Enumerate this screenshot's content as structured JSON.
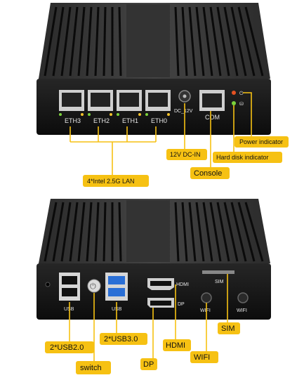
{
  "front": {
    "port_labels": [
      "ETH3",
      "ETH2",
      "ETH1",
      "ETH0"
    ],
    "dc_label": "DC_12V",
    "com_label": "COM",
    "callouts": {
      "power_indicator": "Power indicator",
      "hdd_indicator": "Hard disk indicator",
      "dc_in": "12V DC-IN",
      "console": "Console",
      "lan": "4*Intel 2.5G LAN"
    }
  },
  "back": {
    "usb2_label": "USB",
    "usb3_label": "USB",
    "hdmi_label": "HDMI",
    "dp_label": "DP",
    "sim_label": "SIM",
    "wifi_labels": [
      "WIFI",
      "WIFI"
    ],
    "callouts": {
      "usb2": "2*USB2.0",
      "usb3": "2*USB3.0",
      "hdmi": "HDMI",
      "sim": "SIM",
      "switch": "switch",
      "dp": "DP",
      "wifi": "WIFI"
    }
  },
  "colors": {
    "callout": "#f6c113",
    "chassis": "#1a1a1a",
    "usb3_blue": "#2a6fd6"
  }
}
